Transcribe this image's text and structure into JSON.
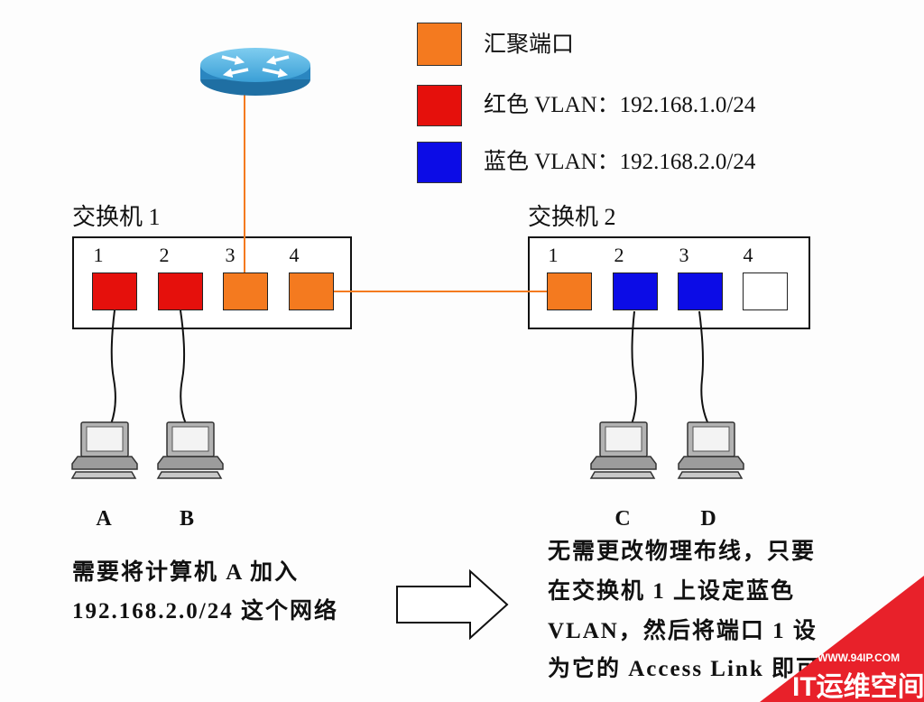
{
  "legend": [
    {
      "label": "汇聚端口",
      "color": "#f47a1f"
    },
    {
      "label": "红色 VLAN：192.168.1.0/24",
      "color": "#e5100c"
    },
    {
      "label": "蓝色 VLAN：192.168.2.0/24",
      "color": "#0c0ce6"
    }
  ],
  "router": {
    "icon": "router-icon"
  },
  "switches": [
    {
      "label": "交换机 1",
      "ports": [
        {
          "number": "1",
          "color": "#e5100c"
        },
        {
          "number": "2",
          "color": "#e5100c"
        },
        {
          "number": "3",
          "color": "#f47a1f"
        },
        {
          "number": "4",
          "color": "#f47a1f"
        }
      ]
    },
    {
      "label": "交换机 2",
      "ports": [
        {
          "number": "1",
          "color": "#f47a1f"
        },
        {
          "number": "2",
          "color": "#0c0ce6"
        },
        {
          "number": "3",
          "color": "#0c0ce6"
        },
        {
          "number": "4",
          "color": "#ffffff"
        }
      ]
    }
  ],
  "trunk_link_color": "#f47a1f",
  "cable_color": "#111111",
  "computers": [
    {
      "label": "A",
      "icon": "computer-icon"
    },
    {
      "label": "B",
      "icon": "computer-icon"
    },
    {
      "label": "C",
      "icon": "computer-icon"
    },
    {
      "label": "D",
      "icon": "computer-icon"
    }
  ],
  "notes": {
    "left": [
      "需要将计算机 A 加入",
      "192.168.2.0/24 这个网络"
    ],
    "right": [
      "无需更改物理布线，只要",
      "在交换机 1 上设定蓝色",
      "VLAN，然后将端口 1 设",
      "为它的 Access Link 即可"
    ]
  },
  "arrow": {
    "icon": "hollow-right-arrow-icon"
  },
  "watermark": {
    "url": "WWW.94IP.COM",
    "name": "IT运维空间",
    "color": "#e8212a"
  }
}
